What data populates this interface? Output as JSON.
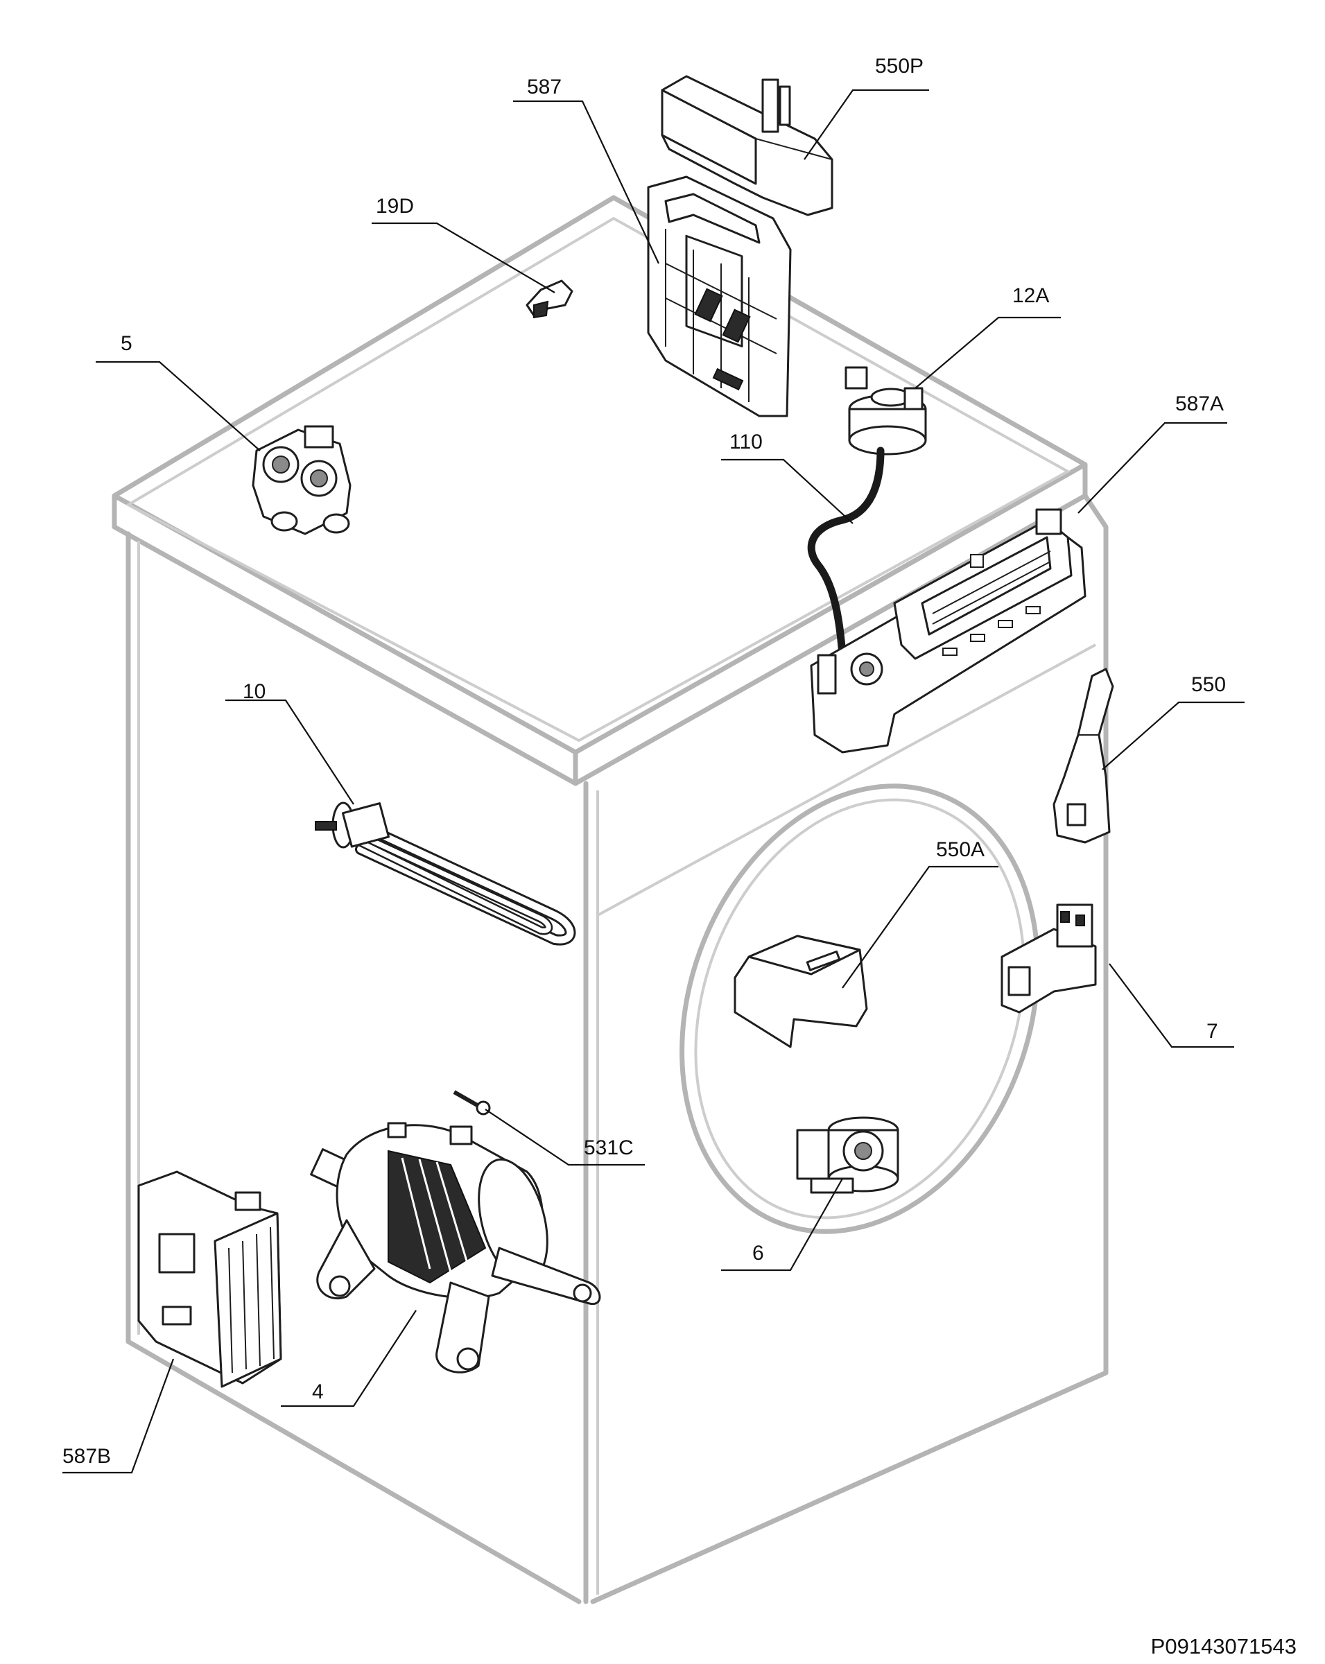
{
  "labels": {
    "l587": "587",
    "l550P": "550P",
    "l19D": "19D",
    "l12A": "12A",
    "l5": "5",
    "l587A": "587A",
    "l110": "110",
    "l550": "550",
    "l10": "10",
    "l550A": "550A",
    "l7": "7",
    "l531C": "531C",
    "l6": "6",
    "l4": "4",
    "l587B": "587B"
  },
  "drawing_code": "P09143071543"
}
